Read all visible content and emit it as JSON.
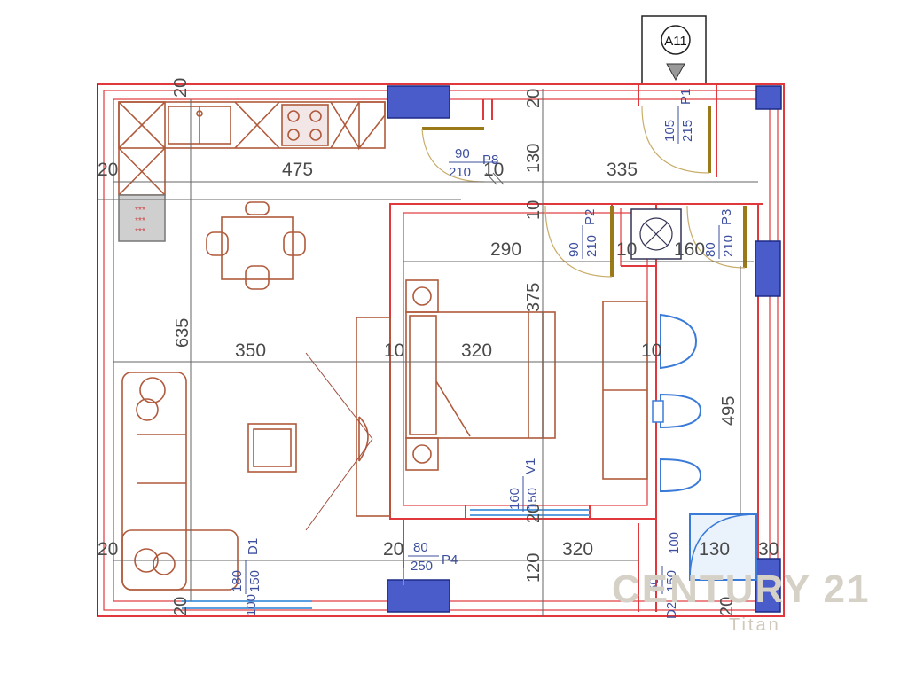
{
  "marker": {
    "label": "A11"
  },
  "dimensions": {
    "top_left_20": "20",
    "top_right_20": "20",
    "left_20": "20",
    "w475": "475",
    "w335": "335",
    "h130": "130",
    "w290": "290",
    "w10_a": "10",
    "w10_b": "10",
    "w10_c": "10",
    "w10_d": "10",
    "w10_e": "10",
    "w160": "160",
    "h375": "375",
    "h635": "635",
    "w350": "350",
    "w320_bed": "320",
    "h495": "495",
    "bl_20": "20",
    "b_20": "20",
    "bottom_20_a": "20",
    "bottom_20_b": "20",
    "h120": "120",
    "w320_bottom": "320",
    "w130": "130",
    "w30": "30",
    "bottom_left_20": "20"
  },
  "openings": {
    "P1": {
      "name": "P1",
      "w": "105",
      "h": "215"
    },
    "P8": {
      "name": "P8",
      "w": "90",
      "h": "210"
    },
    "P2": {
      "name": "P2",
      "w": "90",
      "h": "210"
    },
    "P3": {
      "name": "P3",
      "w": "80",
      "h": "210"
    },
    "V1": {
      "name": "V1",
      "w": "160",
      "h": "150"
    },
    "P4": {
      "name": "P4",
      "w": "80",
      "h": "250"
    },
    "D1": {
      "name": "D1",
      "w": "180",
      "h": "150"
    },
    "D2": {
      "name": "D2",
      "w": "60",
      "h": "150"
    }
  },
  "window_sill_left": "100",
  "window_sill_bath": "100",
  "watermark": {
    "brand": "CENTURY 21",
    "sub": "Titan"
  },
  "colors": {
    "wall": "#e0383c",
    "column": "#4a5cc9",
    "furniture": "#b05a3c",
    "door": "#9a7a18",
    "dimension_text": "#4a4a4a",
    "opening_text": "#3d4f9e"
  }
}
